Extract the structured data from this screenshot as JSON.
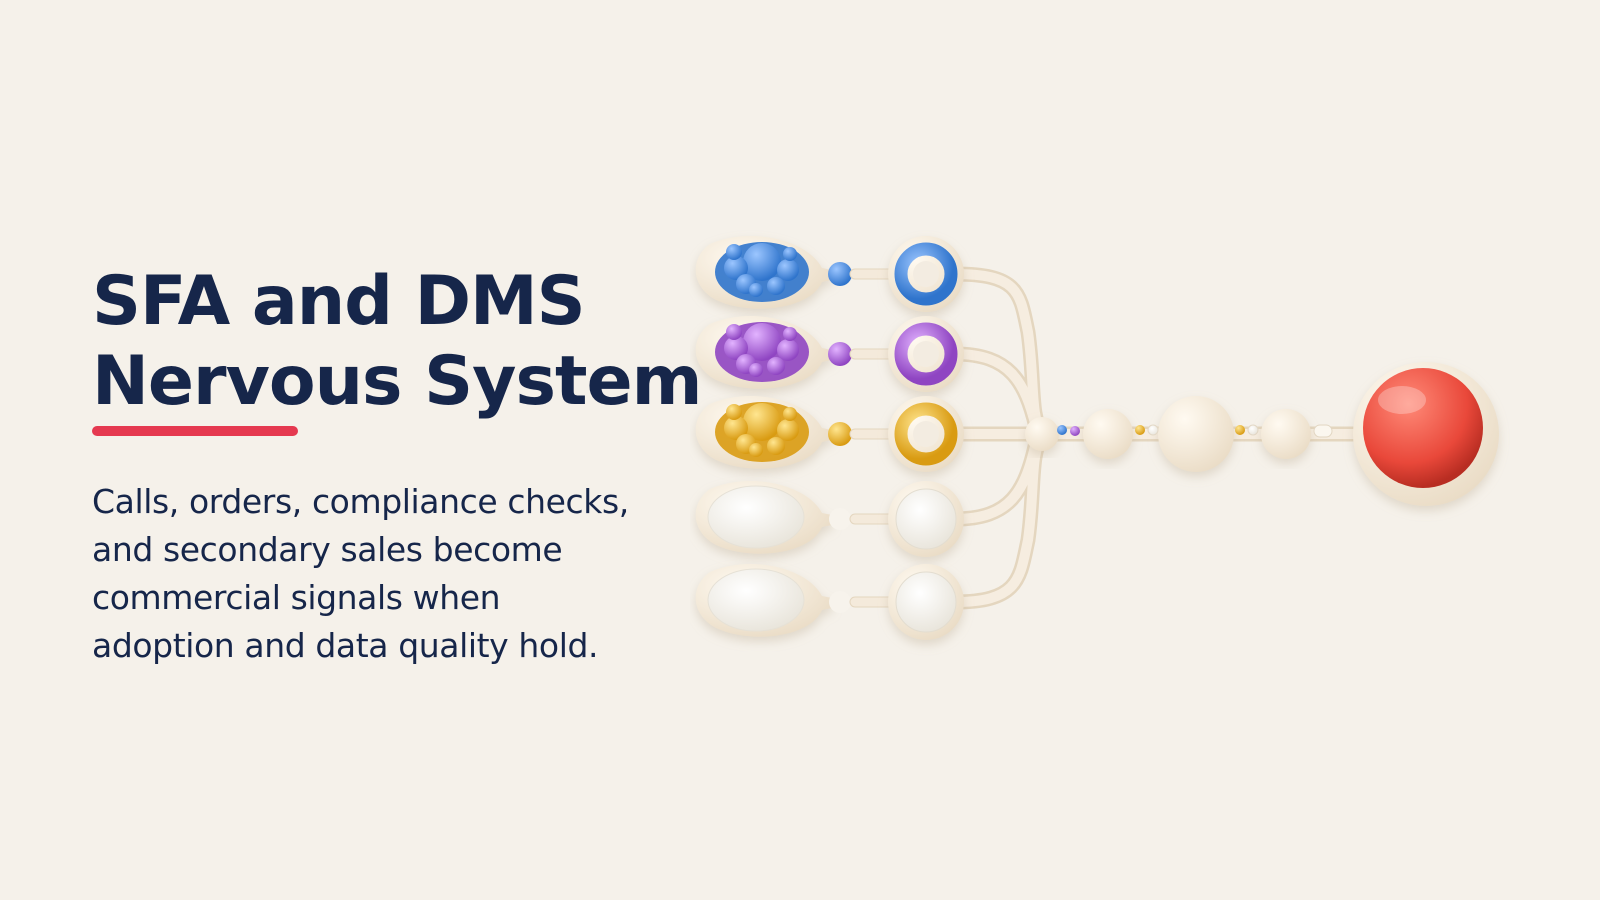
{
  "title": {
    "lines": [
      "SFA and DMS",
      "Nervous System"
    ]
  },
  "subtitle": {
    "lines": [
      "Calls, orders, compliance checks,",
      "and secondary sales become",
      "commercial signals when",
      "adoption and data quality hold."
    ]
  },
  "colors": {
    "background": "#f5f1ea",
    "text": "#16264a",
    "accent": "#e53950",
    "channel_blue": "#4a8fde",
    "channel_purple": "#b166d8",
    "channel_yellow": "#f2c03a",
    "output_red": "#e9483a",
    "tube": "#f1e7d7"
  },
  "diagram": {
    "input_channels": [
      {
        "color": "blue",
        "active": true
      },
      {
        "color": "purple",
        "active": true
      },
      {
        "color": "yellow",
        "active": true
      },
      {
        "color": "empty",
        "active": false
      },
      {
        "color": "empty",
        "active": false
      }
    ],
    "output": {
      "color": "red"
    }
  }
}
